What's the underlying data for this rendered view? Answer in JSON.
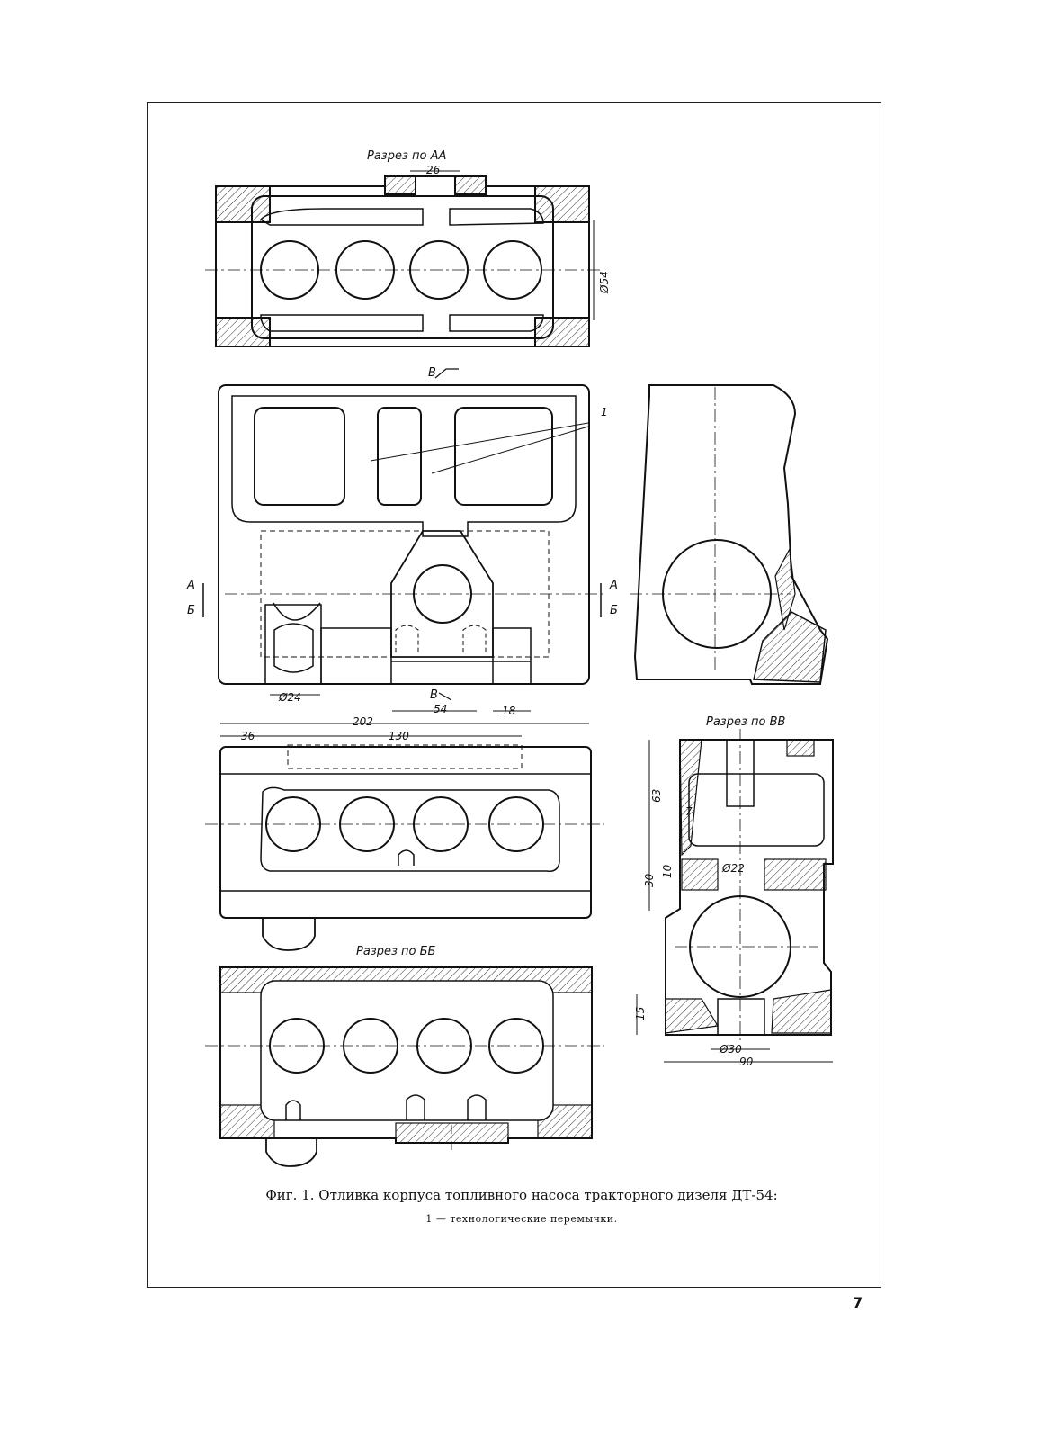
{
  "figure": {
    "caption": "Фиг. 1. Отливка корпуса топливного насоса тракторного дизеля ДТ-54:",
    "legend_note": "1 — технологические перемычки.",
    "page_number": "7"
  },
  "section_labels": {
    "aa": "Разрез по АА",
    "bb": "Разрез по ББ",
    "vv": "Разрез по ВВ"
  },
  "callouts": {
    "part_ref": "1",
    "cut_a": "А",
    "cut_b": "Б",
    "cut_v": "В"
  },
  "dimensions": {
    "d26": "26",
    "d54_dia": "Ø54",
    "d24_dia": "Ø24",
    "d54": "54",
    "d18": "18",
    "d202": "202",
    "d36": "36",
    "d130": "130",
    "d63": "63",
    "d7": "7",
    "d30": "30",
    "d10": "10",
    "d22_dia": "Ø22",
    "d15": "15",
    "d30_dia": "Ø30",
    "d90": "90"
  }
}
